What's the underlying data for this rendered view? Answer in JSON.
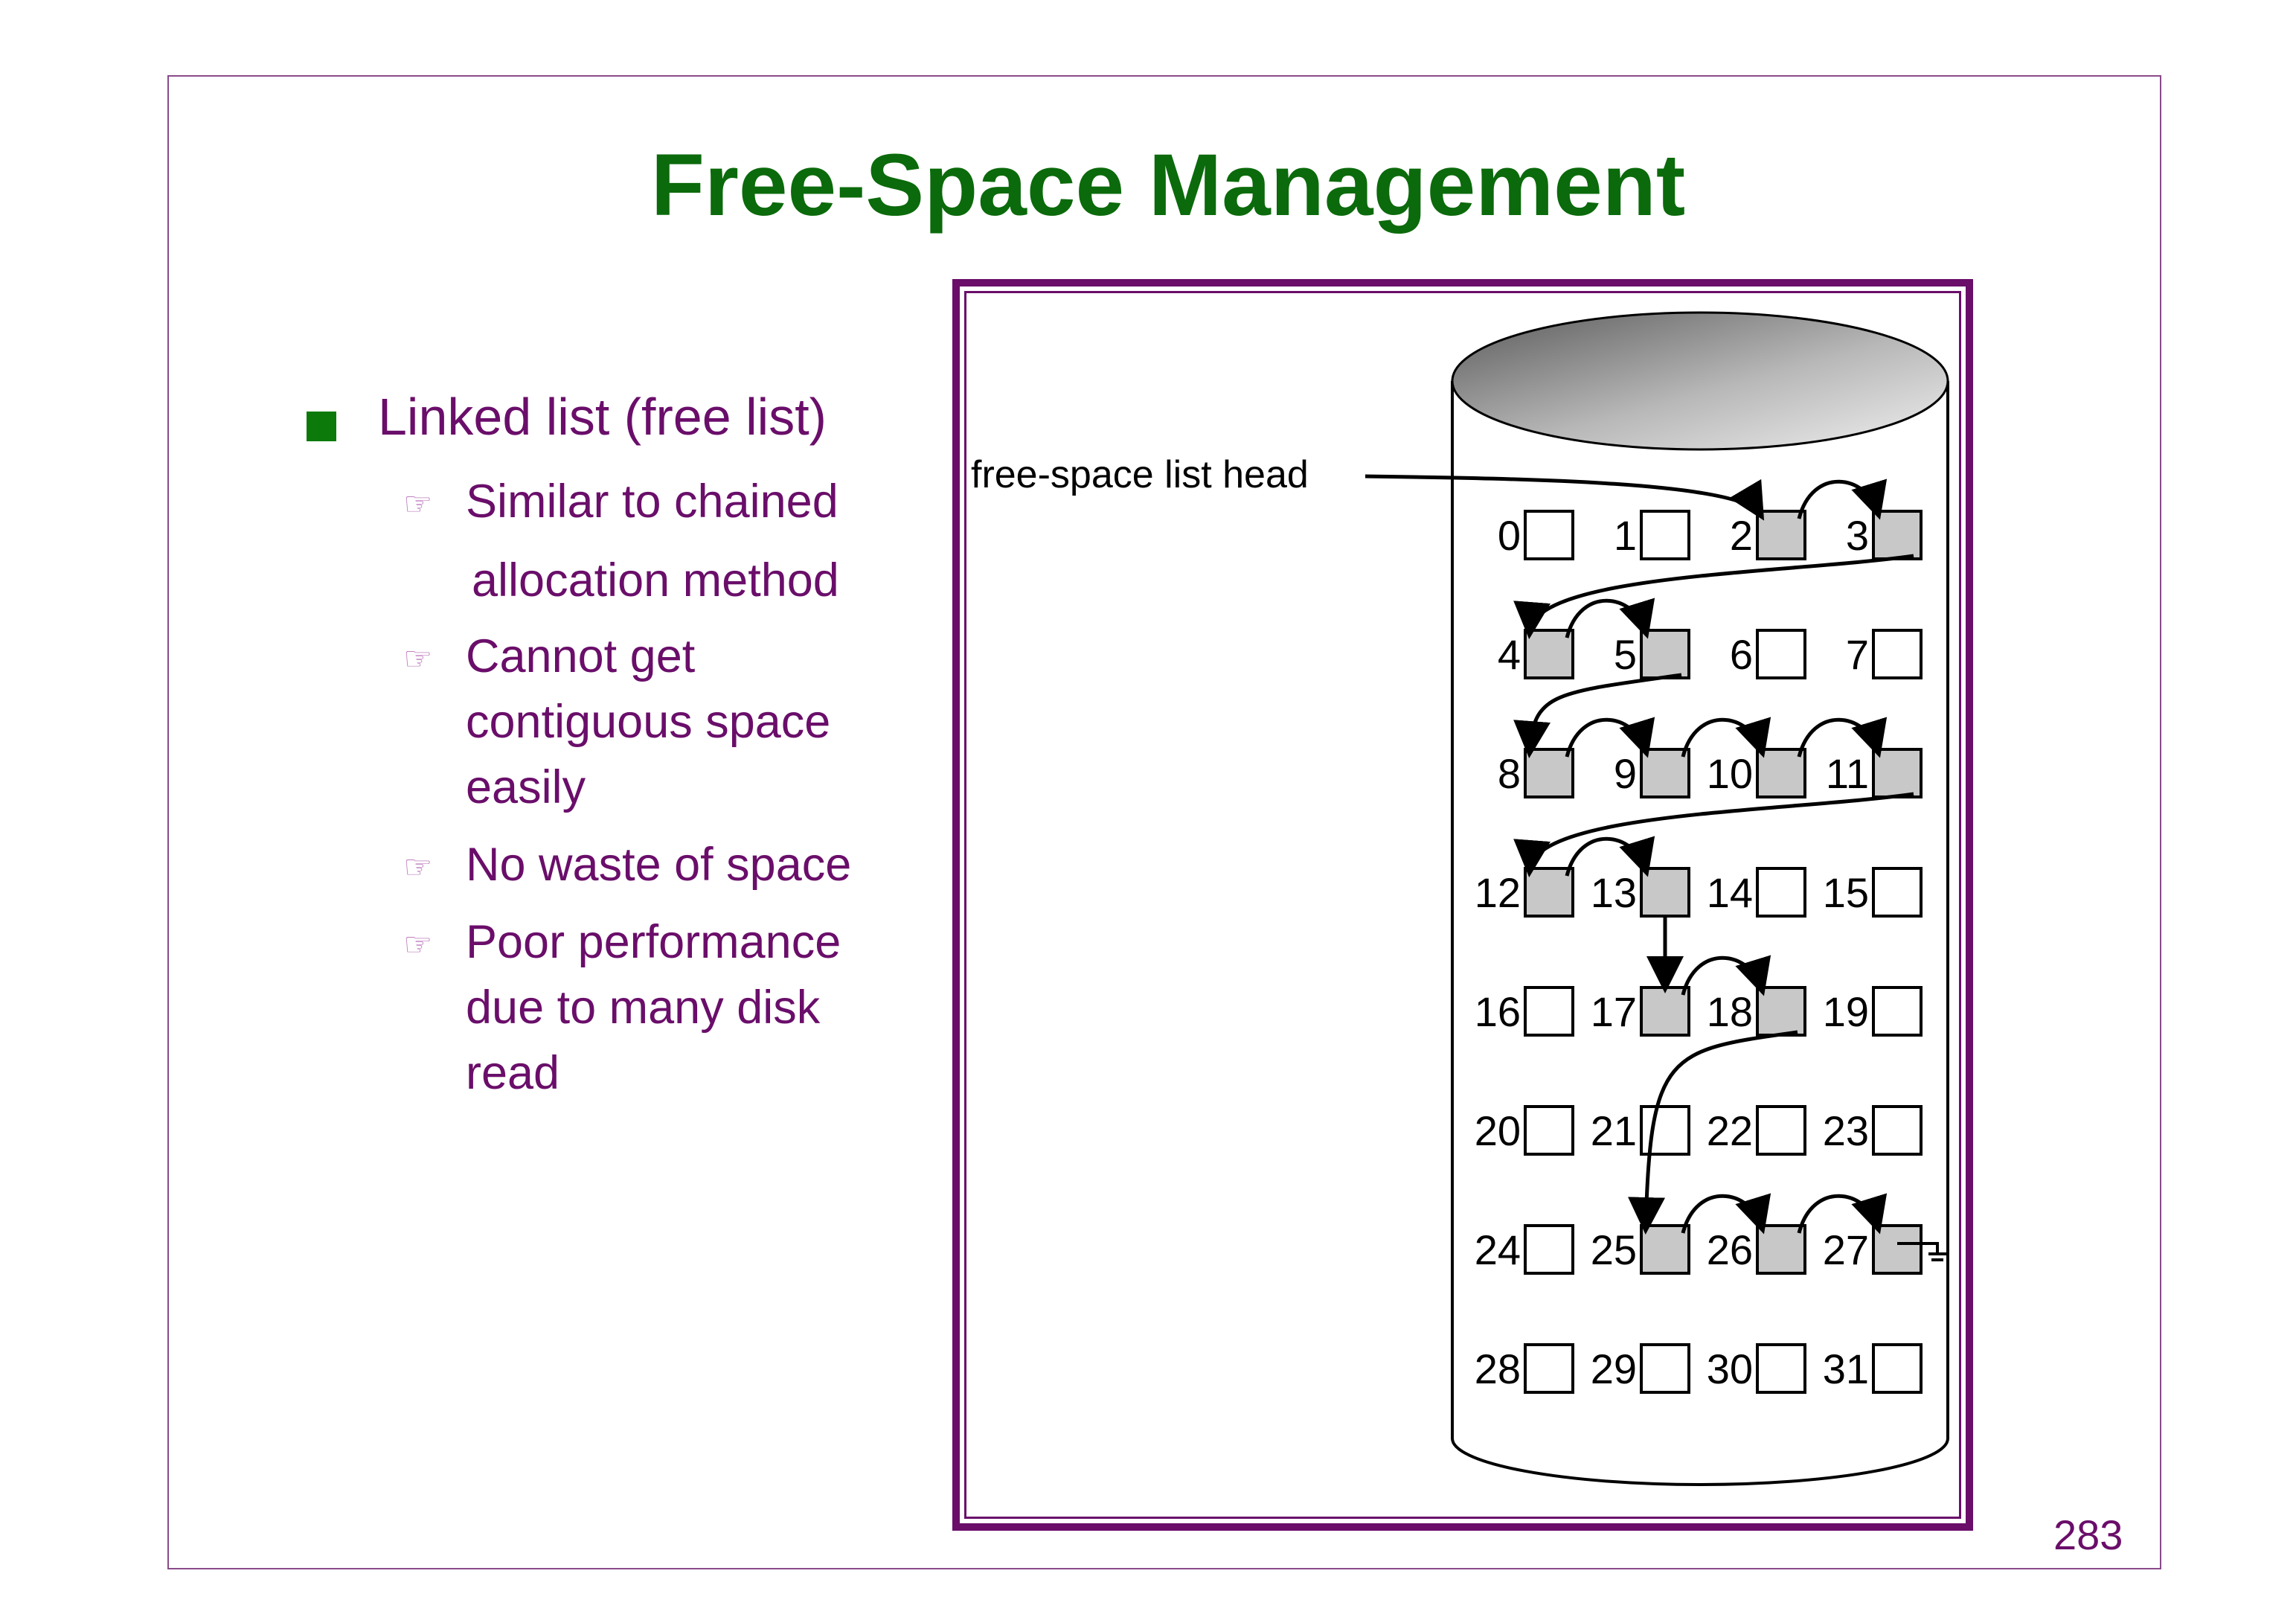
{
  "slide": {
    "title": "Free-Space Management",
    "page_number": "283",
    "bullet": "Linked list (free list)",
    "sub_bullet_icon": "pointing-hand-icon",
    "sub_bullets": [
      {
        "lines": [
          "Similar to chained",
          "allocation method"
        ]
      },
      {
        "lines": [
          "Cannot get",
          "contiguous space",
          "easily"
        ]
      },
      {
        "lines": [
          "No waste of space"
        ]
      },
      {
        "lines": [
          "Poor performance",
          "due to many disk",
          "read"
        ]
      }
    ]
  },
  "diagram": {
    "head_label": "free-space list head",
    "blocks": [
      "0",
      "1",
      "2",
      "3",
      "4",
      "5",
      "6",
      "7",
      "8",
      "9",
      "10",
      "11",
      "12",
      "13",
      "14",
      "15",
      "16",
      "17",
      "18",
      "19",
      "20",
      "21",
      "22",
      "23",
      "24",
      "25",
      "26",
      "27",
      "28",
      "29",
      "30",
      "31"
    ],
    "free_blocks": [
      2,
      3,
      4,
      5,
      8,
      9,
      10,
      11,
      12,
      13,
      17,
      18,
      25,
      26,
      27
    ],
    "free_list_order": [
      2,
      3,
      4,
      5,
      8,
      9,
      10,
      11,
      12,
      13,
      17,
      18,
      25,
      26,
      27
    ],
    "colors": {
      "free": "#c8c8c8",
      "used": "#ffffff",
      "title": "#0b6a0b",
      "text": "#6a0e6a"
    }
  }
}
